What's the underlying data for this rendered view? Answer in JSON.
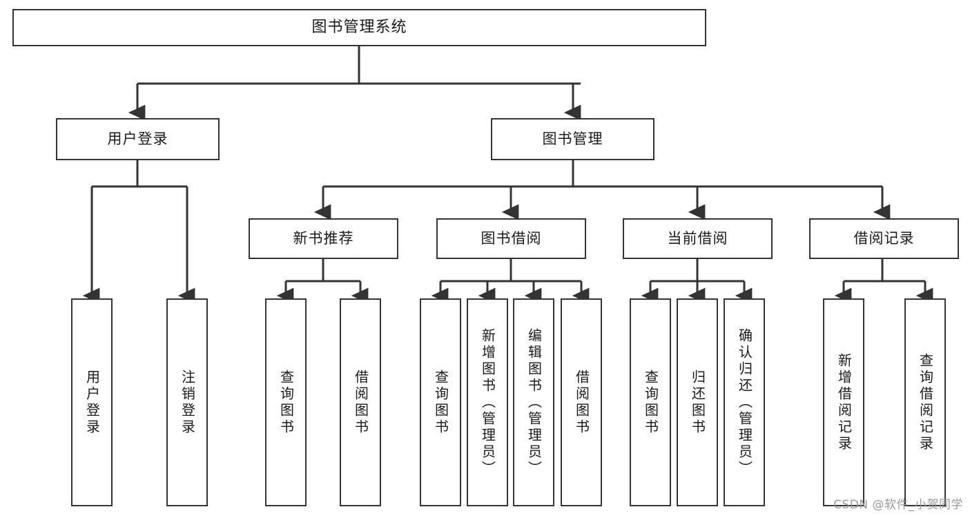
{
  "diagram": {
    "title": "图书管理系统",
    "watermark": "CSDN @软件_小贺同学",
    "line_color": "#333333",
    "box_border_color": "#333333",
    "box_fill_color": "#ffffff",
    "background_color": "#ffffff",
    "nodes": {
      "root": {
        "label": "图书管理系统"
      },
      "level2": [
        {
          "id": "user-login",
          "label": "用户登录"
        },
        {
          "id": "book-management",
          "label": "图书管理"
        }
      ],
      "level3": [
        {
          "id": "new-book-recommend",
          "label": "新书推荐"
        },
        {
          "id": "book-borrow",
          "label": "图书借阅"
        },
        {
          "id": "current-borrow",
          "label": "当前借阅"
        },
        {
          "id": "borrow-record",
          "label": "借阅记录"
        }
      ],
      "leaves": {
        "user_login": [
          {
            "id": "leaf-user-login",
            "label": "用户登录"
          },
          {
            "id": "leaf-logout-login",
            "label": "注销登录"
          }
        ],
        "new_book_recommend": [
          {
            "id": "leaf-query-book-1",
            "label": "查询图书"
          },
          {
            "id": "leaf-borrow-book-1",
            "label": "借阅图书"
          }
        ],
        "book_borrow": [
          {
            "id": "leaf-query-book-2",
            "label": "查询图书"
          },
          {
            "id": "leaf-add-book",
            "label": "新增图书（管理员）"
          },
          {
            "id": "leaf-edit-book",
            "label": "编辑图书（管理员）"
          },
          {
            "id": "leaf-borrow-book-2",
            "label": "借阅图书"
          }
        ],
        "current_borrow": [
          {
            "id": "leaf-query-book-3",
            "label": "查询图书"
          },
          {
            "id": "leaf-return-book",
            "label": "归还图书"
          },
          {
            "id": "leaf-confirm-return",
            "label": "确认归还（管理员）"
          }
        ],
        "borrow_record": [
          {
            "id": "leaf-add-record",
            "label": "新增借阅记录"
          },
          {
            "id": "leaf-query-record",
            "label": "查询借阅记录"
          }
        ]
      }
    }
  }
}
